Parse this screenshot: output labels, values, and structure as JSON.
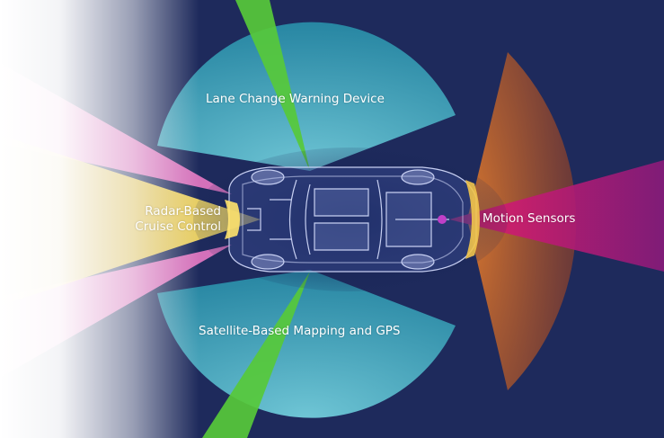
{
  "labels": {
    "lane_change": "Lane Change Warning Device",
    "radar_line1": "Radar-Based",
    "radar_line2": "Cruise Control",
    "motion": "Motion Sensors",
    "satellite": "Satellite-Based Mapping and GPS"
  },
  "colors": {
    "background": "#1e2a5c",
    "lane_cone": "#35b7c7",
    "lane_beam": "#5fd135",
    "radar_beam": "#f6d44a",
    "pink_beam": "#e879c4",
    "motion_cone": "#c0642c",
    "motion_beam": "#b2176e",
    "car_outline": "#cfd8ff"
  }
}
